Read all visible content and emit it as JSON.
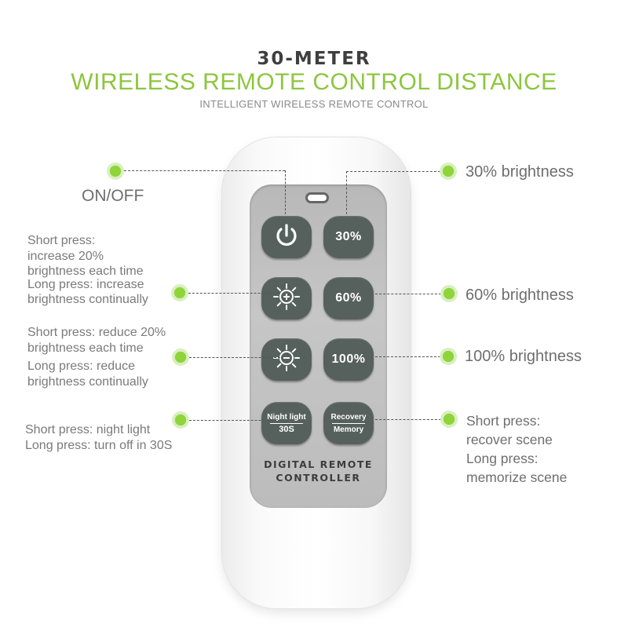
{
  "header": {
    "line1": "30-METER",
    "line2": "WIRELESS REMOTE CONTROL DISTANCE",
    "line3": "INTELLIGENT WIRELESS REMOTE CONTROL"
  },
  "remote": {
    "buttons": {
      "brightness_30": "30%",
      "brightness_60": "60%",
      "brightness_100": "100%",
      "night_light_top": "Night light",
      "night_light_bottom": "30S",
      "recovery_top": "Recovery",
      "recovery_bottom": "Memory"
    },
    "brand": [
      "DIGITAL REMOTE",
      "CONTROLLER"
    ]
  },
  "callouts": {
    "on_off": "ON/OFF",
    "increase": [
      "Short press:",
      "increase 20%",
      "brightness each time",
      "Long press: increase",
      "brightness continually"
    ],
    "reduce": [
      "Short press: reduce 20%",
      "brightness each time",
      "Long press: reduce",
      "brightness continually"
    ],
    "night": [
      "Short press: night light",
      "Long press: turn off in 30S"
    ],
    "b30": "30% brightness",
    "b60": "60% brightness",
    "b100": "100% brightness",
    "recover": [
      "Short press:",
      "recover scene",
      "Long press:",
      "memorize scene"
    ]
  },
  "colors": {
    "accent": "#8dc63f",
    "button": "#56605c"
  }
}
